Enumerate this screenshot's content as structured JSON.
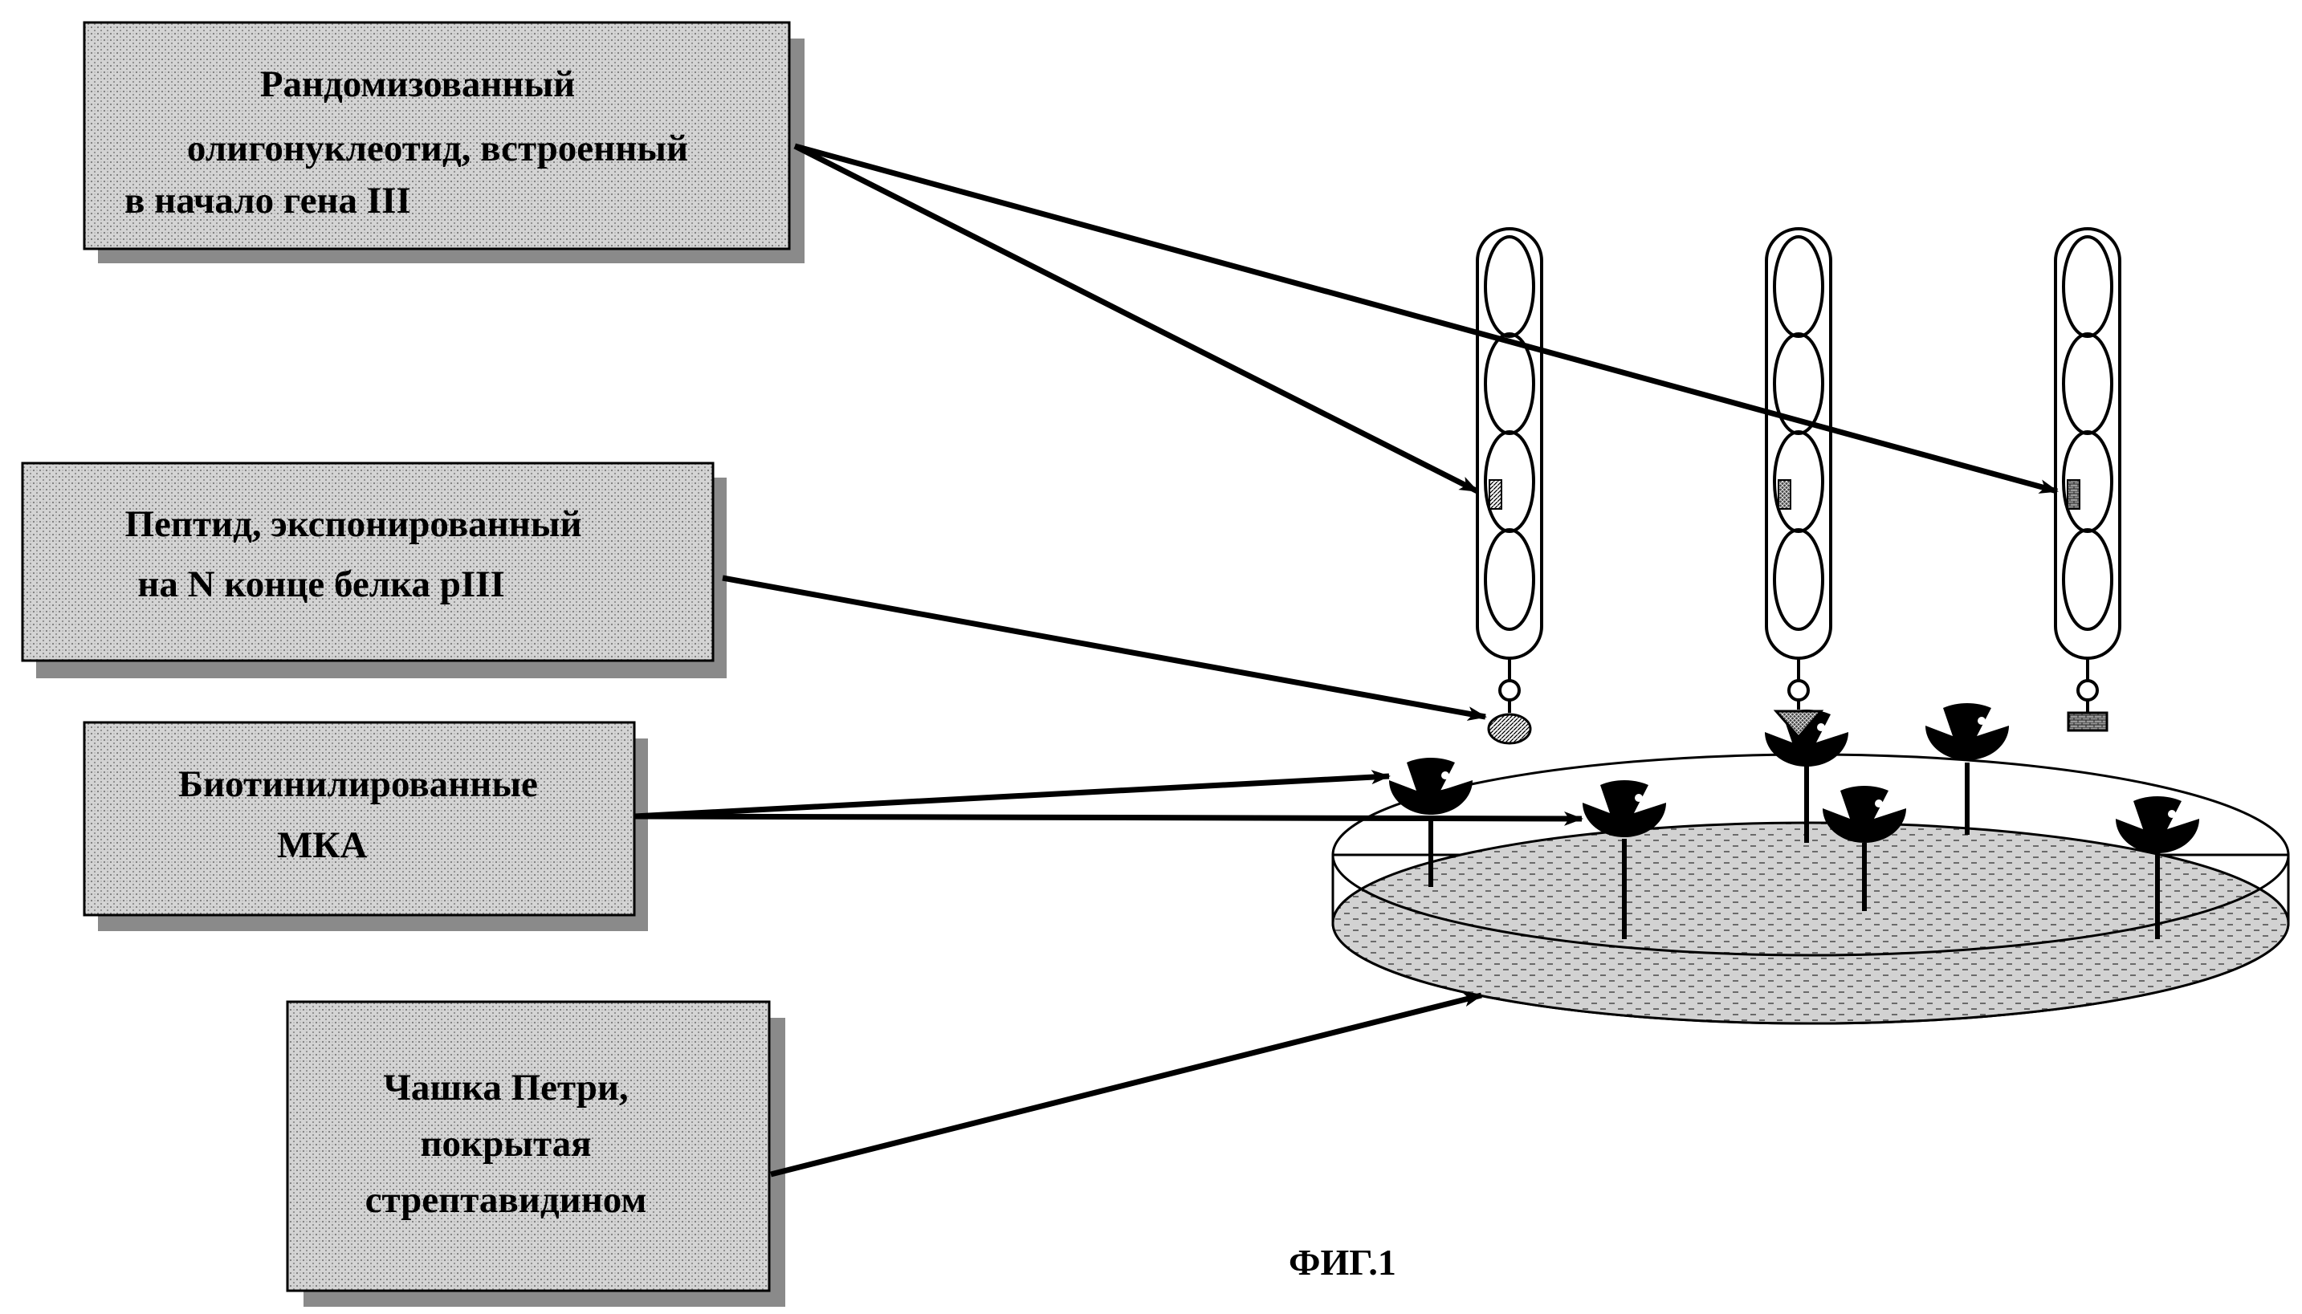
{
  "labels": {
    "oligo": [
      "Рандомизованный",
      "олигонуклеотид,  встроенный",
      "в начало гена III"
    ],
    "peptide": [
      "Пептид,  экспонированный",
      "на N конце белка pIII"
    ],
    "mab": [
      "Биотинилированные",
      "МКА"
    ],
    "petri": [
      "Чашка Петри,",
      "покрытая",
      "стрептавидином"
    ]
  },
  "caption": "ФИГ.1",
  "colors": {
    "box_fill": "#c9c9c9",
    "box_shadow": "#8a8a8a",
    "ink": "#000000",
    "dish_fill": "#d6d6d6"
  },
  "phages": [
    {
      "tip": "oval",
      "marker": "light"
    },
    {
      "tip": "triangle",
      "marker": "dark"
    },
    {
      "tip": "brick",
      "marker": "medium"
    }
  ],
  "antibodies": [
    {
      "role": "on-rim"
    },
    {
      "role": "surface"
    },
    {
      "role": "bound-phage"
    },
    {
      "role": "surface"
    },
    {
      "role": "free"
    },
    {
      "role": "surface"
    }
  ]
}
